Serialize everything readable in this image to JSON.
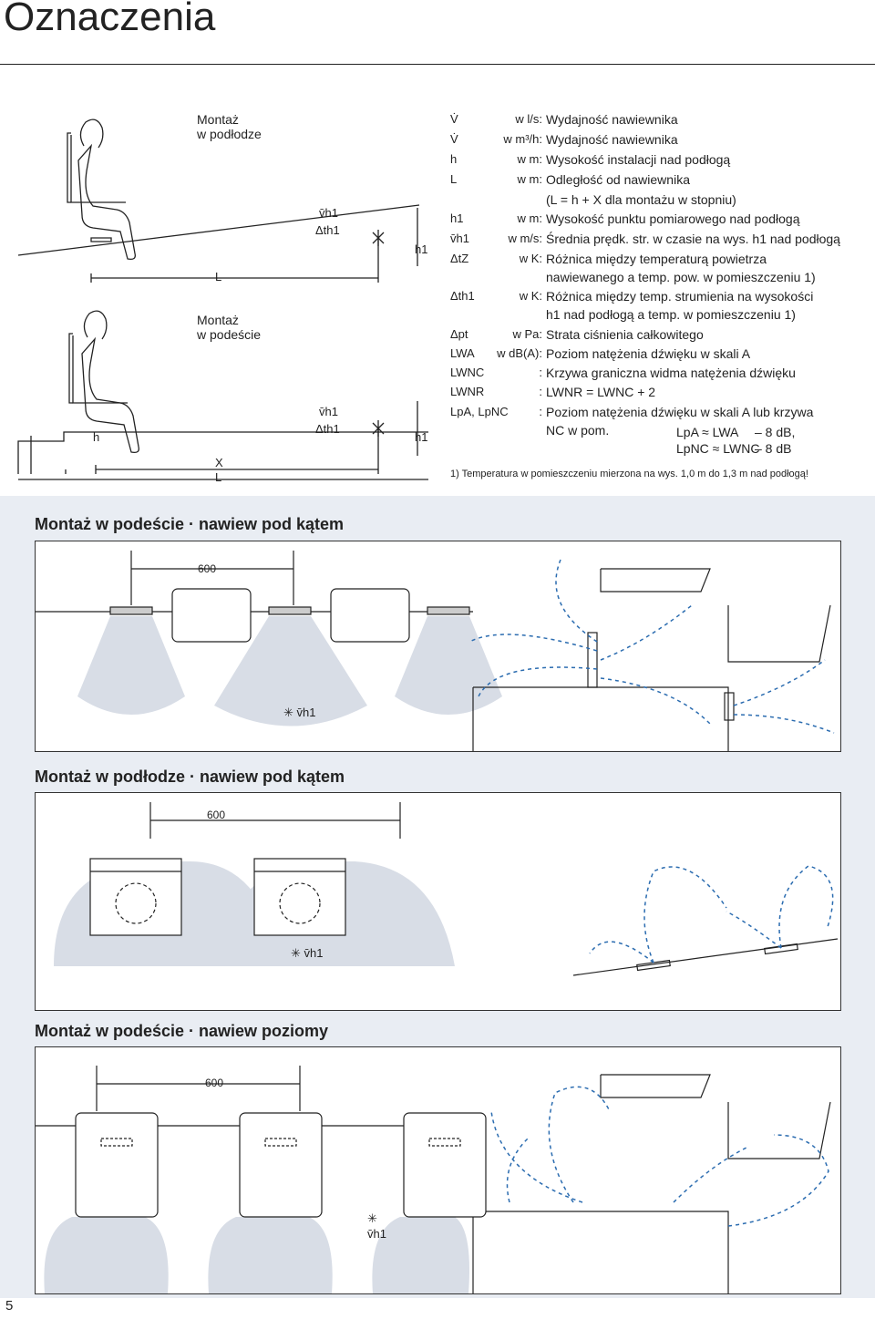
{
  "title": "Oznaczenia",
  "figure_top": {
    "label_floor": [
      "Montaż",
      "w podłodze"
    ],
    "label_step": [
      "Montaż",
      "w podeście"
    ],
    "vh1_a": "v̄h1",
    "dth1_a": "Δth1",
    "vh1_b": "v̄h1",
    "dth1_b": "Δth1",
    "L_top": "L",
    "h1_a": "h1",
    "h1_b": "h1",
    "h_left": "h",
    "X": "X",
    "L_bottom": "L"
  },
  "legend": [
    {
      "sym": "V̇",
      "unit": "w l/s:",
      "desc": "Wydajność nawiewnika"
    },
    {
      "sym": "V̇",
      "unit": "w m³/h:",
      "desc": "Wydajność nawiewnika"
    },
    {
      "sym": "h",
      "unit": "w m:",
      "desc": "Wysokość instalacji nad podłogą"
    },
    {
      "sym": "L",
      "unit": "w m:",
      "desc": "Odległość od nawiewnika"
    },
    {
      "sym": "",
      "unit": "",
      "desc": "(L = h + X dla montażu w stopniu)"
    },
    {
      "sym": "h1",
      "unit": "w m:",
      "desc": "Wysokość punktu pomiarowego nad podłogą"
    },
    {
      "sym": "v̄h1",
      "unit": "w m/s:",
      "desc": "Średnia prędk. str. w czasie na wys. h1 nad podłogą"
    },
    {
      "sym": "ΔtZ",
      "unit": "w K:",
      "desc": "Różnica między temperaturą powietrza"
    },
    {
      "sym": "",
      "unit": "",
      "desc": "nawiewanego a temp. pow. w pomieszczeniu 1)"
    },
    {
      "sym": "Δth1",
      "unit": "w K:",
      "desc": "Różnica między temp. strumienia na wysokości"
    },
    {
      "sym": "",
      "unit": "",
      "desc": "h1 nad podłogą a temp. w pomieszczeniu 1)"
    },
    {
      "sym": "Δpt",
      "unit": "w Pa:",
      "desc": "Strata ciśnienia całkowitego"
    },
    {
      "sym": "LWA",
      "unit": "w dB(A):",
      "desc": "Poziom natężenia dźwięku w skali A"
    },
    {
      "sym": "LWNC",
      "unit": ":",
      "desc": "Krzywa graniczna widma natężenia dźwięku"
    },
    {
      "sym": "LWNR",
      "unit": ":",
      "desc": "LWNR = LWNC + 2"
    },
    {
      "sym": "LpA, LpNC",
      "unit": ":",
      "desc": "Poziom natężenia dźwięku w skali A lub krzywa"
    },
    {
      "sym": "",
      "unit": "",
      "desc": "NC w pom."
    }
  ],
  "legend_extra": {
    "lpa_eq": "LpA ≈ LWA",
    "lpa_val": "– 8 dB,",
    "lpnc_eq": "LpNC ≈ LWNC",
    "lpnc_val": "– 8 dB"
  },
  "footnote": "1) Temperatura w pomieszczeniu mierzona na wys. 1,0 m do 1,3 m nad podłogą!",
  "sections": [
    {
      "title": "Montaż w podeście · nawiew pod kątem",
      "dim": "600",
      "vlabel": "✳ v̄h1"
    },
    {
      "title": "Montaż w podłodze · nawiew pod kątem",
      "dim": "600",
      "vlabel": "✳ v̄h1"
    },
    {
      "title": "Montaż w podeście · nawiew poziomy",
      "dim": "600",
      "vlabel_star": "✳",
      "vlabel": "v̄h1"
    }
  ],
  "page_number": "5",
  "colors": {
    "band": "#e9edf3",
    "arrow": "#2b6cb0",
    "cone": "#d8dde6"
  }
}
